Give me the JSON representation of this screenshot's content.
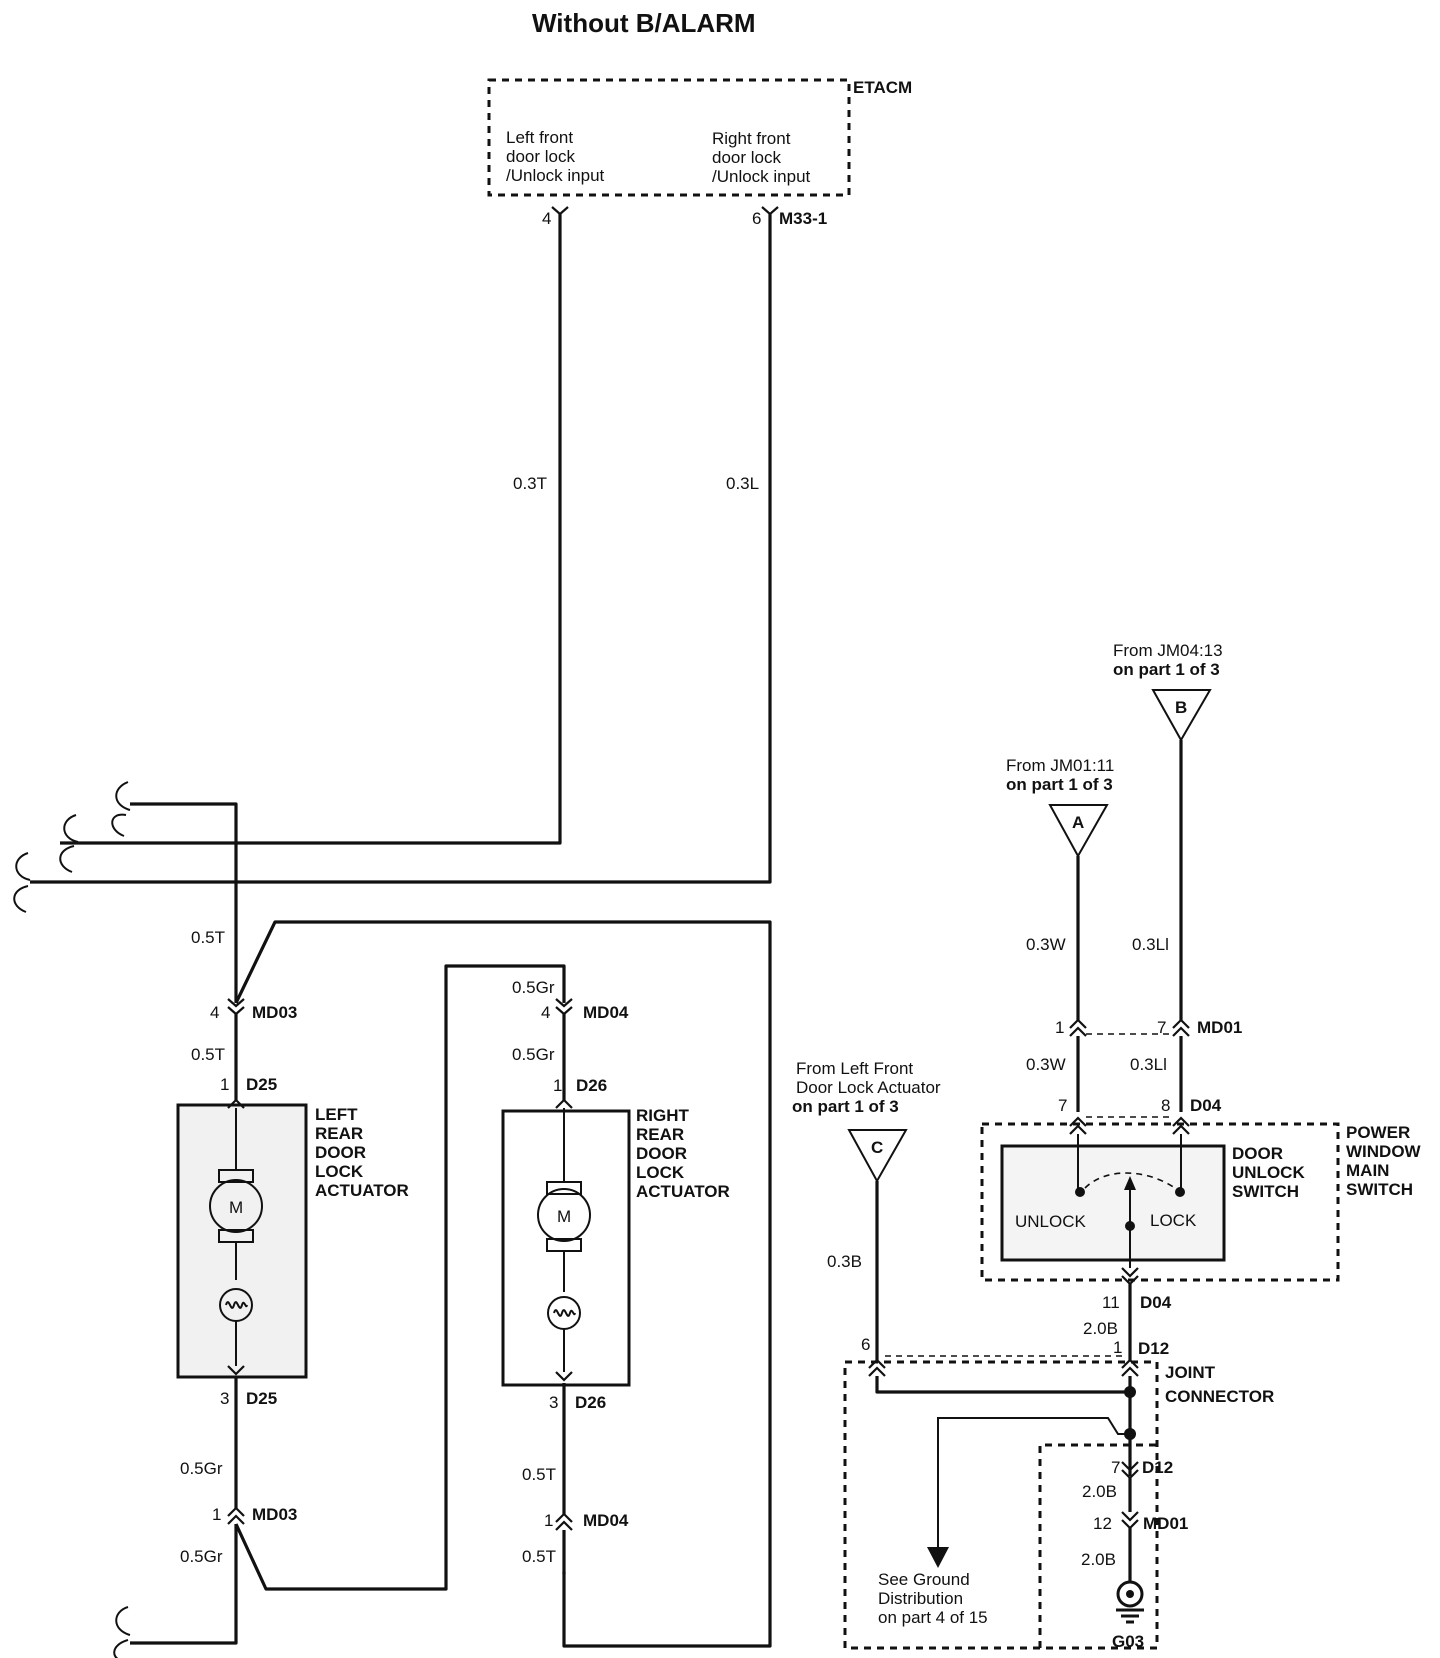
{
  "title": "Without B/ALARM",
  "etacm": {
    "name": "ETACM",
    "left_input": [
      "Left front",
      "door lock",
      "/Unlock input"
    ],
    "right_input": [
      "Right front",
      "door lock",
      "/Unlock input"
    ],
    "pin_left": "4",
    "pin_right": "6",
    "connector": "M33-1"
  },
  "wires": {
    "w03T": "0.3T",
    "w03L": "0.3L",
    "w05T_top": "0.5T",
    "w05T_mid": "0.5T",
    "w05Gr_top": "0.5Gr",
    "w05Gr_mid": "0.5Gr",
    "w05Gr_low1": "0.5Gr",
    "w05Gr_low2": "0.5Gr",
    "w05T_low1": "0.5T",
    "w05T_low2": "0.5T",
    "w03W_top": "0.3W",
    "w03W_mid": "0.3W",
    "w03Ll_top": "0.3Ll",
    "w03Ll_mid": "0.3Ll",
    "w03B": "0.3B",
    "w20B_1": "2.0B",
    "w20B_2": "2.0B",
    "w20B_3": "2.0B"
  },
  "connectors": {
    "md03": "MD03",
    "md04": "MD04",
    "d25": "D25",
    "d26": "D26",
    "md01": "MD01",
    "d04": "D04",
    "d12": "D12"
  },
  "pins": {
    "md03_top": "4",
    "md04_top": "4",
    "d25_top": "1",
    "d26_top": "1",
    "d25_bot": "3",
    "d26_bot": "3",
    "md03_bot": "1",
    "md04_bot": "1",
    "md01_left": "1",
    "md01_right": "7",
    "d04_left": "7",
    "d04_right": "8",
    "d04_bot": "11",
    "d12_top": "1",
    "d12_left": "6",
    "d12_bot": "7",
    "md01_bot": "12"
  },
  "left_actuator": [
    "LEFT",
    "REAR",
    "DOOR",
    "LOCK",
    "ACTUATOR"
  ],
  "right_actuator": [
    "RIGHT",
    "REAR",
    "DOOR",
    "LOCK",
    "ACTUATOR"
  ],
  "motor_label": "M",
  "source_a": {
    "from": "From JM01:11",
    "part": "on part 1 of 3",
    "letter": "A"
  },
  "source_b": {
    "from": "From JM04:13",
    "part": "on part 1 of 3",
    "letter": "B"
  },
  "source_c": {
    "from": [
      "From Left Front",
      "Door Lock Actuator"
    ],
    "part": "on part 1 of 3",
    "letter": "C"
  },
  "switch": {
    "name": [
      "DOOR",
      "UNLOCK",
      "SWITCH"
    ],
    "unlock": "UNLOCK",
    "lock": "LOCK",
    "module": [
      "POWER",
      "WINDOW",
      "MAIN",
      "SWITCH"
    ]
  },
  "joint": [
    "JOINT",
    "CONNECTOR"
  ],
  "ground_note": [
    "See Ground",
    "Distribution",
    "on part 4 of  15"
  ],
  "ground": "G03"
}
